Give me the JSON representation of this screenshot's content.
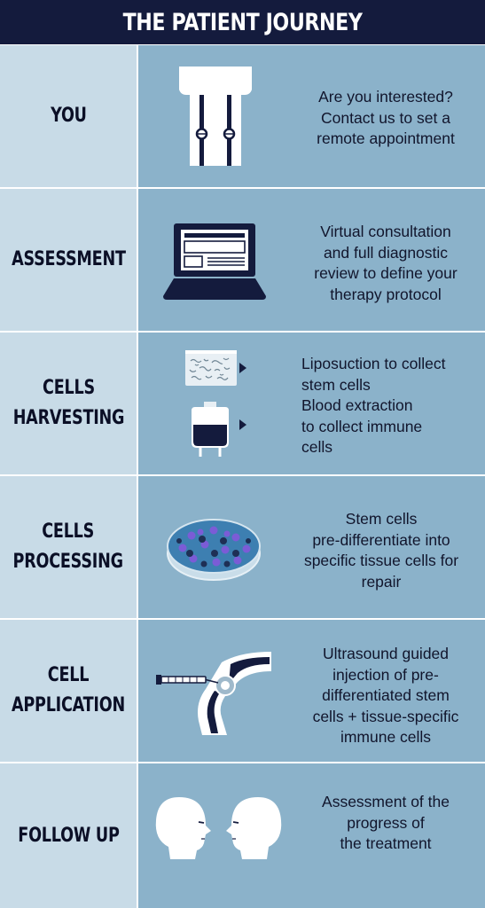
{
  "header": {
    "title": "THE PATIENT JOURNEY"
  },
  "steps": [
    {
      "label": "YOU",
      "description": "Are you interested?\nContact us to set a\nremote appointment",
      "icon": "patient-gown-icon"
    },
    {
      "label": "ASSESSMENT",
      "description": "Virtual consultation\nand full diagnostic\nreview to define your\ntherapy protocol",
      "icon": "laptop-icon"
    },
    {
      "label": "CELLS\nHARVESTING",
      "description": "Liposuction to collect\nstem cells\nBlood extraction\nto collect immune\ncells",
      "icon": "fat-tissue-and-blood-bag-icon"
    },
    {
      "label": "CELLS\nPROCESSING",
      "description": "Stem cells\npre-differentiate into\nspecific tissue cells for\nrepair",
      "icon": "petri-dish-cells-icon"
    },
    {
      "label": "CELL\nAPPLICATION",
      "description": "Ultrasound guided\ninjection of pre-\ndifferentiated stem\ncells + tissue-specific\nimmune cells",
      "icon": "knee-injection-icon"
    },
    {
      "label": "FOLLOW UP",
      "description": "Assessment of the\nprogress of\nthe treatment",
      "icon": "two-faces-icon"
    }
  ],
  "colors": {
    "header_bg": "#141b3d",
    "left_column": "#c8dbe7",
    "right_column": "#8bb2ca",
    "icon_dark": "#141b3d",
    "cell_purple": "#7b5cd6"
  }
}
